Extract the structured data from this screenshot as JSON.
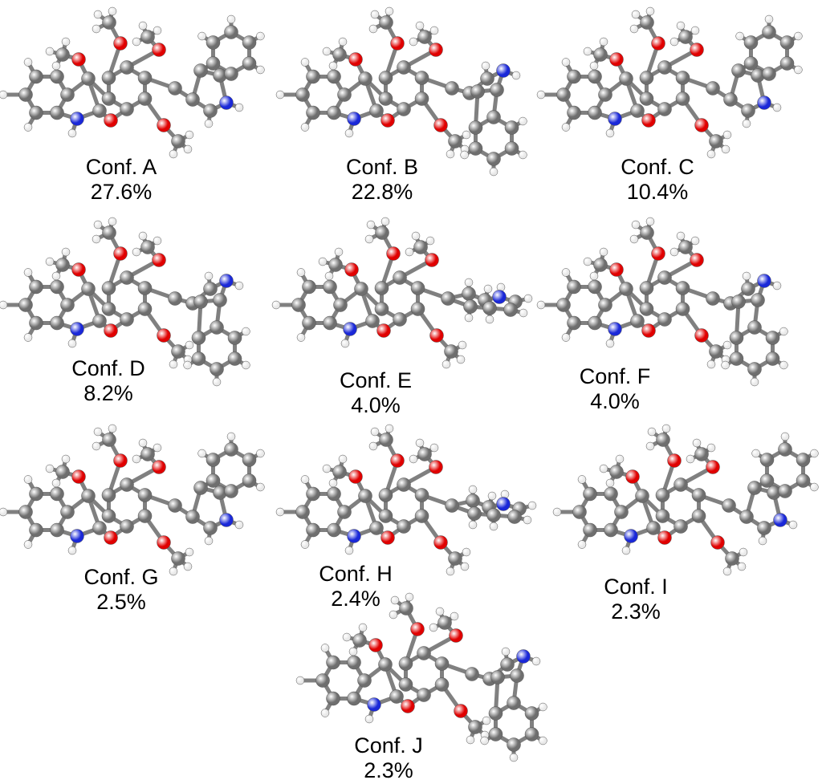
{
  "figure": {
    "conformers": [
      {
        "label": "Conf. A",
        "percent": "27.6%",
        "indole_pose": "up"
      },
      {
        "label": "Conf. B",
        "percent": "22.8%",
        "indole_pose": "down"
      },
      {
        "label": "Conf. C",
        "percent": "10.4%",
        "indole_pose": "up"
      },
      {
        "label": "Conf. D",
        "percent": "8.2%",
        "indole_pose": "down"
      },
      {
        "label": "Conf. E",
        "percent": "4.0%",
        "indole_pose": "edge"
      },
      {
        "label": "Conf. F",
        "percent": "4.0%",
        "indole_pose": "down"
      },
      {
        "label": "Conf. G",
        "percent": "2.5%",
        "indole_pose": "up"
      },
      {
        "label": "Conf. H",
        "percent": "2.4%",
        "indole_pose": "edge"
      },
      {
        "label": "Conf. I",
        "percent": "2.3%",
        "indole_pose": "up"
      },
      {
        "label": "Conf. J",
        "percent": "2.3%",
        "indole_pose": "down"
      }
    ],
    "atom_colors": {
      "carbon": "#6e6e6e",
      "oxygen": "#e00000",
      "nitrogen": "#1a28d8",
      "hydrogen": "#e8e8e8",
      "bond": "#808080"
    }
  }
}
